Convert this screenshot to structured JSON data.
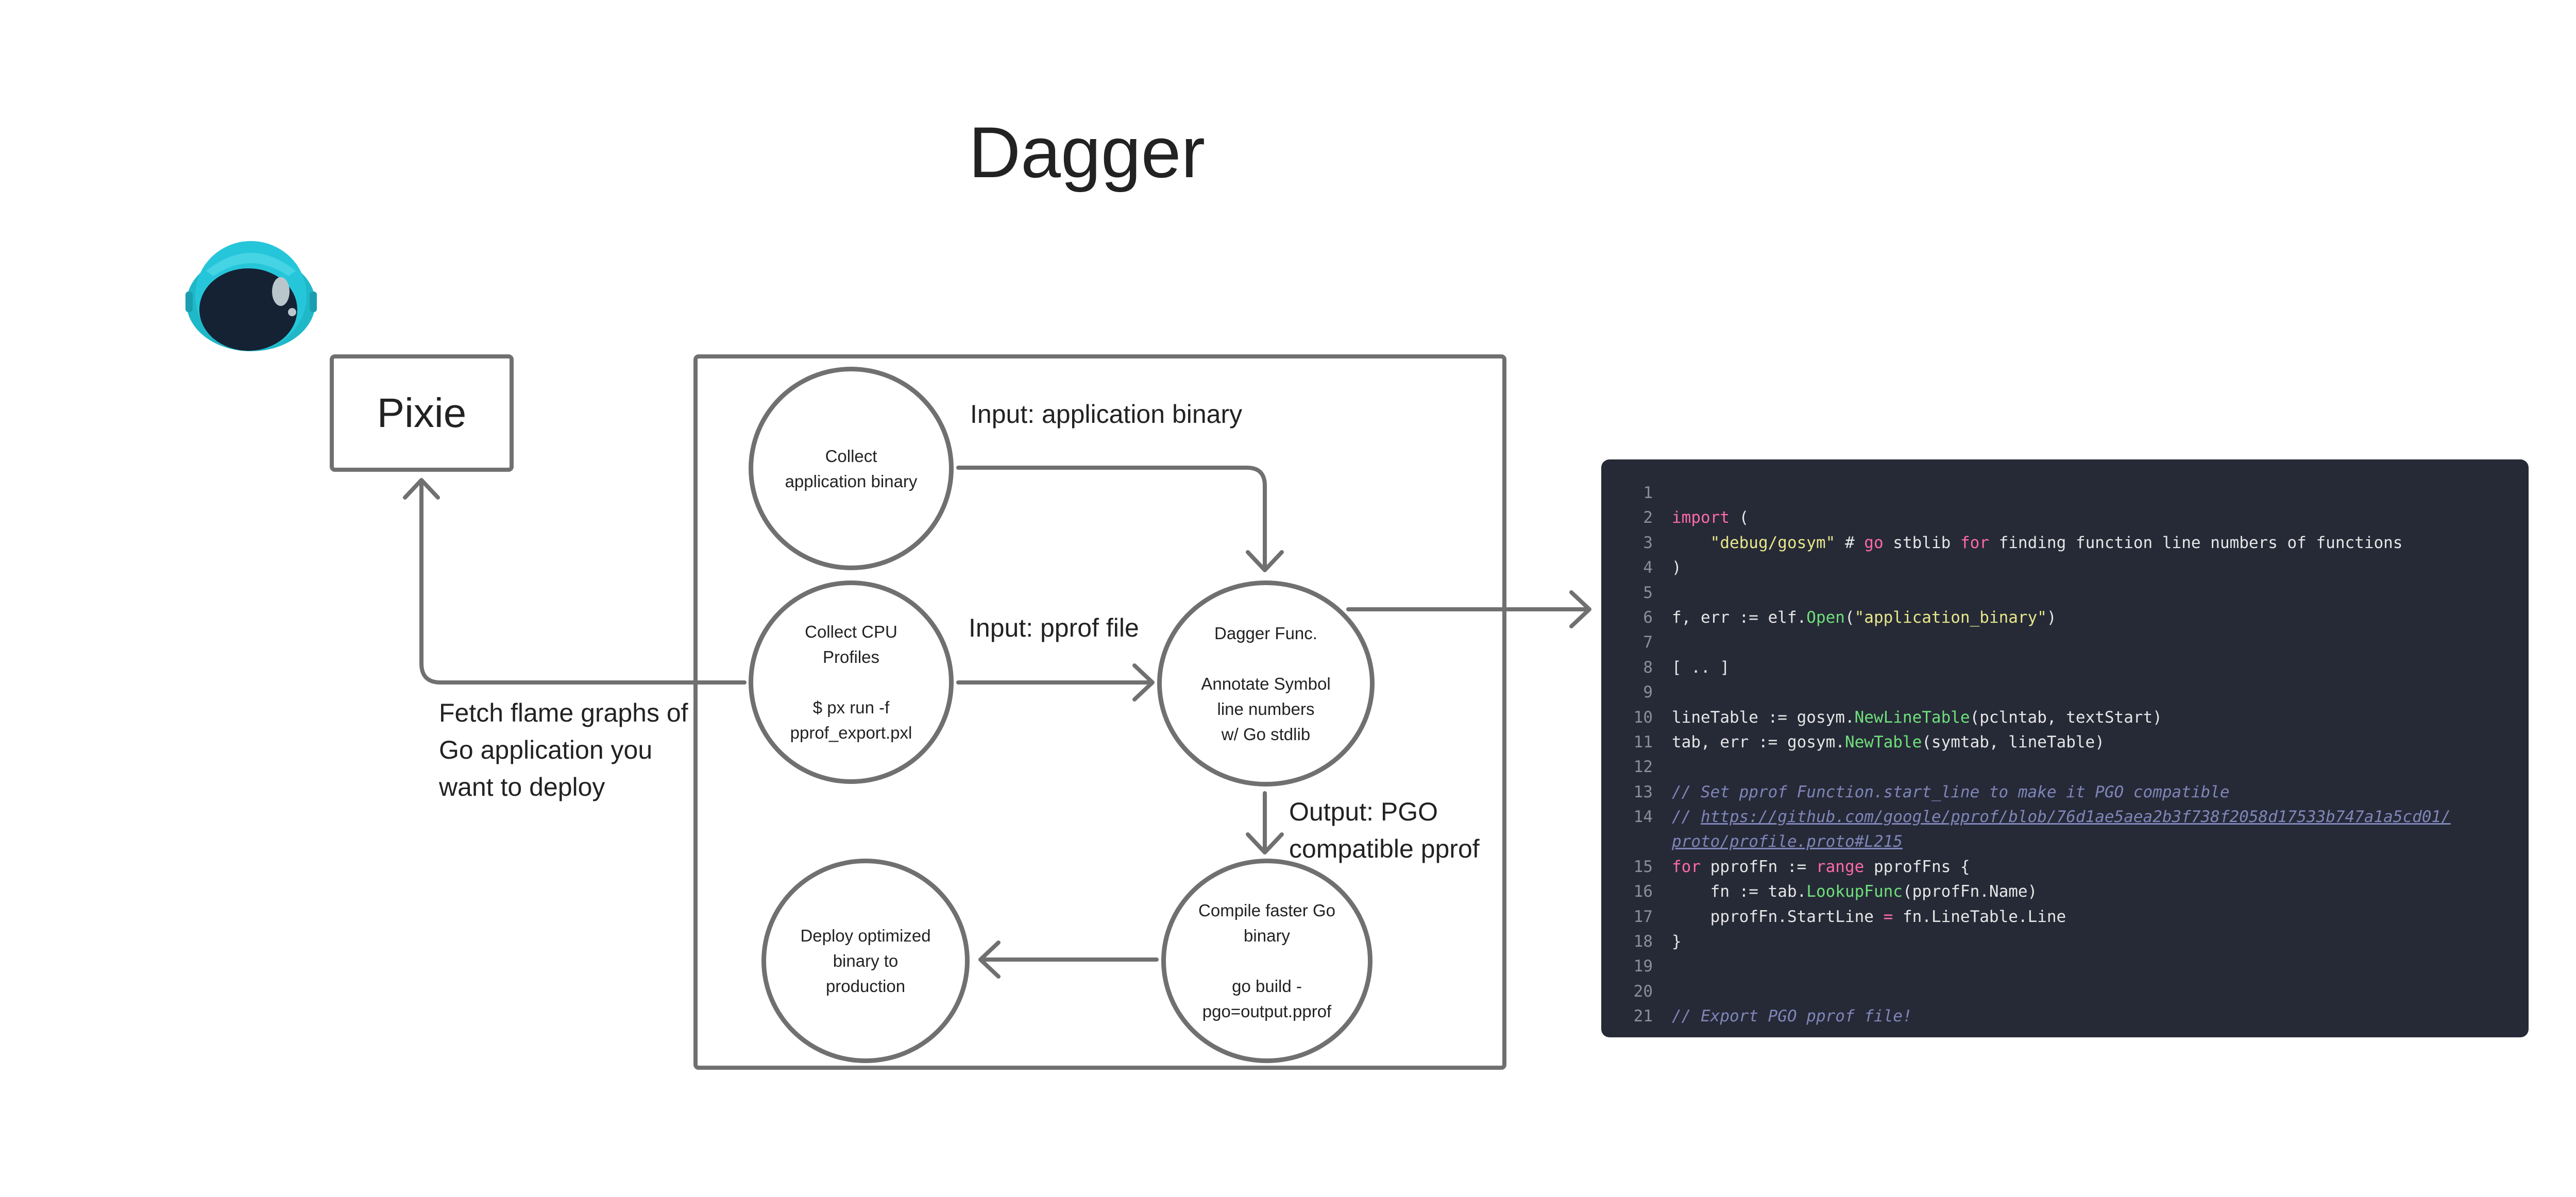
{
  "title": "Dagger",
  "pixie": {
    "label": "Pixie",
    "mascot_icon": "astronaut-helmet-icon"
  },
  "nodes": {
    "collect_binary": "Collect\napplication binary",
    "collect_cpu": "Collect CPU\nProfiles\n\n$ px run -f\npprof_export.pxl",
    "dagger_func": "Dagger Func.\n\nAnnotate Symbol\nline numbers\nw/ Go stdlib",
    "deploy": "Deploy optimized\nbinary to\nproduction",
    "compile": "Compile faster Go\nbinary\n\ngo build -\npgo=output.pprof"
  },
  "labels": {
    "input_binary": "Input: application binary",
    "input_pprof": "Input: pprof file",
    "output_pgo_1": "Output: PGO",
    "output_pgo_2": "compatible pprof",
    "fetch_1": "Fetch flame graphs of",
    "fetch_2": "Go application you",
    "fetch_3": "want to deploy"
  },
  "code": {
    "colors": {
      "background": "#262a37",
      "keyword": "#ff6aa8",
      "string": "#e8e88a",
      "function": "#6fe07a",
      "comment": "#7f86b8",
      "text": "#e6e6e6"
    },
    "lines": [
      {
        "n": "1",
        "tokens": []
      },
      {
        "n": "2",
        "tokens": [
          [
            "kw",
            "import"
          ],
          [
            "plain",
            " ("
          ]
        ]
      },
      {
        "n": "3",
        "tokens": [
          [
            "plain",
            "    "
          ],
          [
            "str",
            "\"debug/gosym\""
          ],
          [
            "plain",
            " # "
          ],
          [
            "kw",
            "go"
          ],
          [
            "plain",
            " stblib "
          ],
          [
            "kw",
            "for"
          ],
          [
            "plain",
            " finding function line numbers of functions"
          ]
        ]
      },
      {
        "n": "4",
        "tokens": [
          [
            "plain",
            ")"
          ]
        ]
      },
      {
        "n": "5",
        "tokens": []
      },
      {
        "n": "6",
        "tokens": [
          [
            "plain",
            "f, err := elf."
          ],
          [
            "fn",
            "Open"
          ],
          [
            "plain",
            "("
          ],
          [
            "str",
            "\"application_binary\""
          ],
          [
            "plain",
            ")"
          ]
        ]
      },
      {
        "n": "7",
        "tokens": []
      },
      {
        "n": "8",
        "tokens": [
          [
            "plain",
            "[ .. ]"
          ]
        ]
      },
      {
        "n": "9",
        "tokens": []
      },
      {
        "n": "10",
        "tokens": [
          [
            "plain",
            "lineTable := gosym."
          ],
          [
            "fn",
            "NewLineTable"
          ],
          [
            "plain",
            "(pclntab, textStart)"
          ]
        ]
      },
      {
        "n": "11",
        "tokens": [
          [
            "plain",
            "tab, err := gosym."
          ],
          [
            "fn",
            "NewTable"
          ],
          [
            "plain",
            "(symtab, lineTable)"
          ]
        ]
      },
      {
        "n": "12",
        "tokens": []
      },
      {
        "n": "13",
        "tokens": [
          [
            "cm",
            "// Set pprof Function.start_line to make it PGO compatible"
          ]
        ]
      },
      {
        "n": "14",
        "tokens": [
          [
            "cm",
            "// "
          ],
          [
            "link",
            "https://github.com/google/pprof/blob/76d1ae5aea2b3f738f2058d17533b747a1a5cd01/"
          ]
        ]
      },
      {
        "n": "",
        "tokens": [
          [
            "link",
            "proto/profile.proto#L215"
          ]
        ]
      },
      {
        "n": "15",
        "tokens": [
          [
            "kw",
            "for"
          ],
          [
            "plain",
            " pprofFn := "
          ],
          [
            "kw",
            "range"
          ],
          [
            "plain",
            " pprofFns {"
          ]
        ]
      },
      {
        "n": "16",
        "tokens": [
          [
            "plain",
            "    fn := tab."
          ],
          [
            "fn",
            "LookupFunc"
          ],
          [
            "plain",
            "(pprofFn.Name)"
          ]
        ]
      },
      {
        "n": "17",
        "tokens": [
          [
            "plain",
            "    pprofFn.StartLine "
          ],
          [
            "kw",
            "="
          ],
          [
            "plain",
            " fn.LineTable.Line"
          ]
        ]
      },
      {
        "n": "18",
        "tokens": [
          [
            "plain",
            "}"
          ]
        ]
      },
      {
        "n": "19",
        "tokens": []
      },
      {
        "n": "20",
        "tokens": []
      },
      {
        "n": "21",
        "tokens": [
          [
            "cm",
            "// Export PGO pprof file!"
          ]
        ]
      }
    ]
  }
}
